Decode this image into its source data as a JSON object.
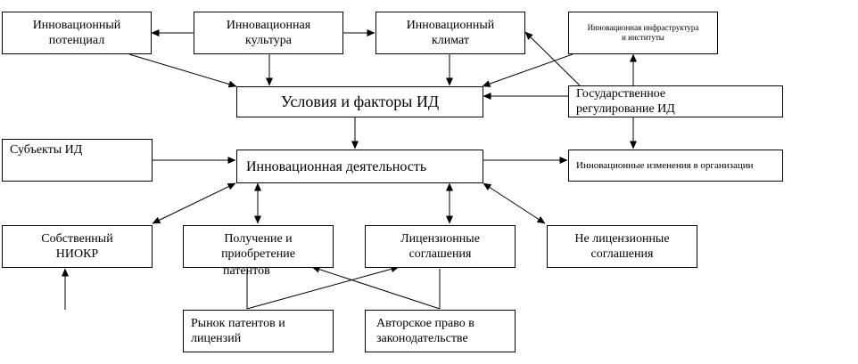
{
  "nodes": {
    "potential": "Инновационный\nпотенциал",
    "culture": "Инновационная\nкультура",
    "climate": "Инновационный\nклимат",
    "infrastructure": "Инновационная инфраструктура\nи институты",
    "conditions": "Условия и факторы ИД",
    "regulation": "Государственное\nрегулирование ИД",
    "subjects": "Субъекты ИД",
    "activity": "Инновационная деятельность",
    "changes": "Инновационные изменения в организации",
    "own_rnd": "Собственный\nНИОКР",
    "patents_line1": "Получение и\nприобретение",
    "patents_line2": "патентов",
    "license": "Лицензионные\nсоглашения",
    "nonlicense": "Не лицензионные\nсоглашения",
    "patent_market": "Рынок патентов и\nлицензий",
    "copyright": "Авторское право в\nзаконодательстве"
  },
  "colors": {
    "line": "#000000",
    "box_border": "#000000",
    "background": "#ffffff"
  }
}
